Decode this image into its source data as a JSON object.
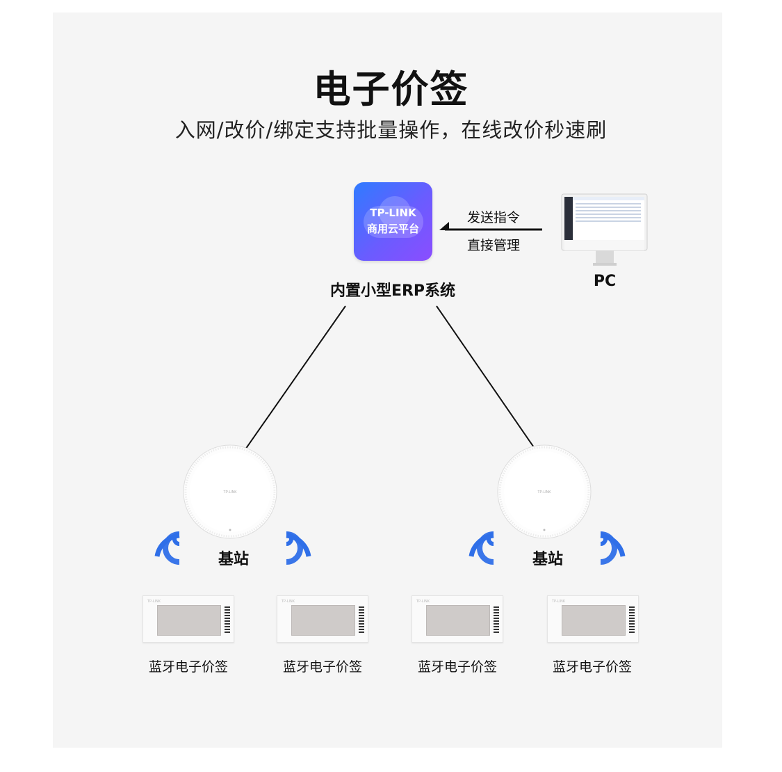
{
  "title": "电子价签",
  "subtitle": "入网/改价/绑定支持批量操作，在线改价秒速刷",
  "cloud_platform": {
    "line1": "TP-LINK",
    "line2": "商用云平台",
    "caption": "内置小型ERP系统",
    "gradient": [
      "#2f7bff",
      "#8b4dff"
    ]
  },
  "command": {
    "line1": "发送指令",
    "line2": "直接管理"
  },
  "pc": {
    "label": "PC"
  },
  "base_stations": [
    {
      "label": "基站",
      "brand": "TP-LINK"
    },
    {
      "label": "基站",
      "brand": "TP-LINK"
    }
  ],
  "tags": [
    {
      "label": "蓝牙电子价签"
    },
    {
      "label": "蓝牙电子价签"
    },
    {
      "label": "蓝牙电子价签"
    },
    {
      "label": "蓝牙电子价签"
    }
  ],
  "colors": {
    "signal": "#2f6fe8",
    "background_panel": "#f5f5f5"
  }
}
